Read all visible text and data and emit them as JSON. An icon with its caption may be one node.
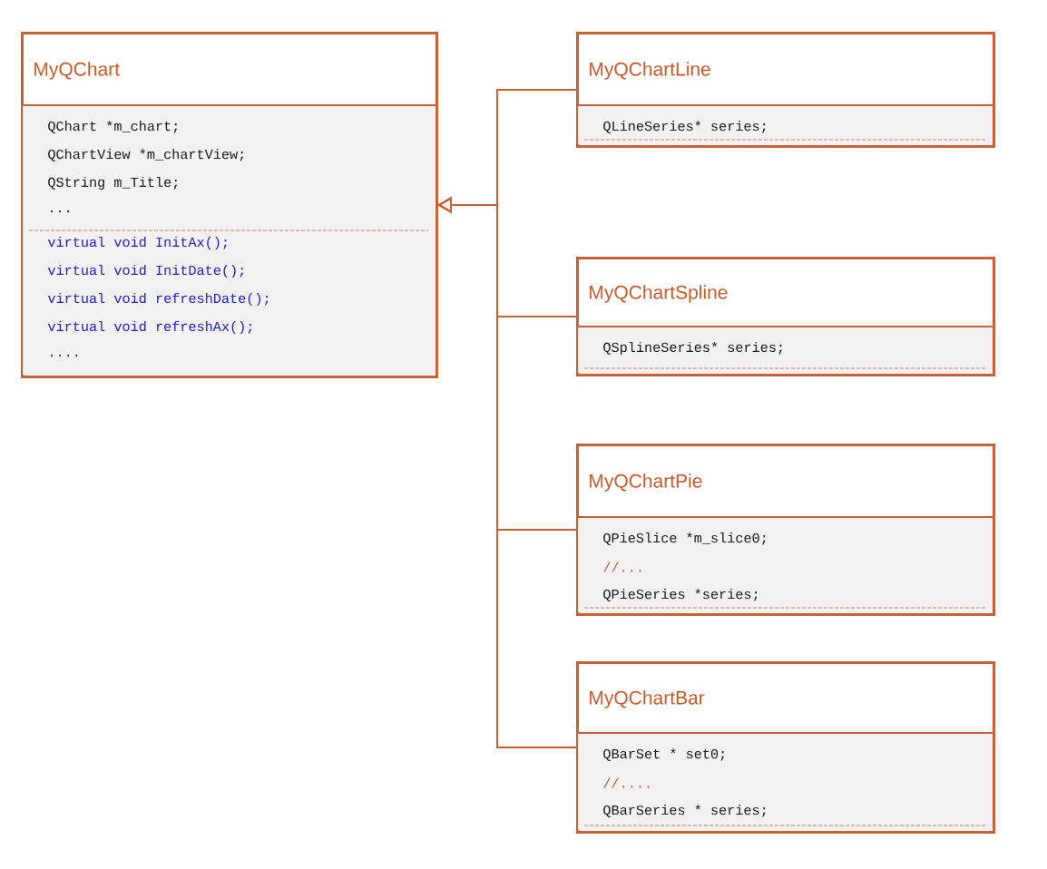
{
  "diagram": {
    "nodes": [
      {
        "text": [
          "MyQChart",
          "QChart *m_chart;",
          "QChartView *m_chartView;",
          "QString m_Title;",
          "...",
          "virtual  void InitAx();",
          "virtual  void InitDate();",
          "virtual  void refreshDate();",
          "virtual  void refreshAx();",
          "...."
        ]
      },
      {
        "text": [
          "MyQChartLine",
          "QLineSeries* series;"
        ]
      },
      {
        "text": [
          "MyQChartSpline",
          "QSplineSeries* series;"
        ]
      },
      {
        "text": [
          "MyQChartPie",
          "QPieSlice *m_slice0;",
          "//...",
          "QPieSeries *series;"
        ]
      },
      {
        "text": [
          "MyQChartBar",
          "QBarSet * set0;",
          "//....",
          "QBarSeries * series;"
        ]
      }
    ],
    "edges": [
      {
        "from": 1,
        "to": 0,
        "arrow": "to"
      },
      {
        "from": 2,
        "to": 0,
        "arrow": "to"
      },
      {
        "from": 3,
        "to": 0,
        "arrow": "to"
      },
      {
        "from": 4,
        "to": 0,
        "arrow": "to"
      }
    ]
  }
}
